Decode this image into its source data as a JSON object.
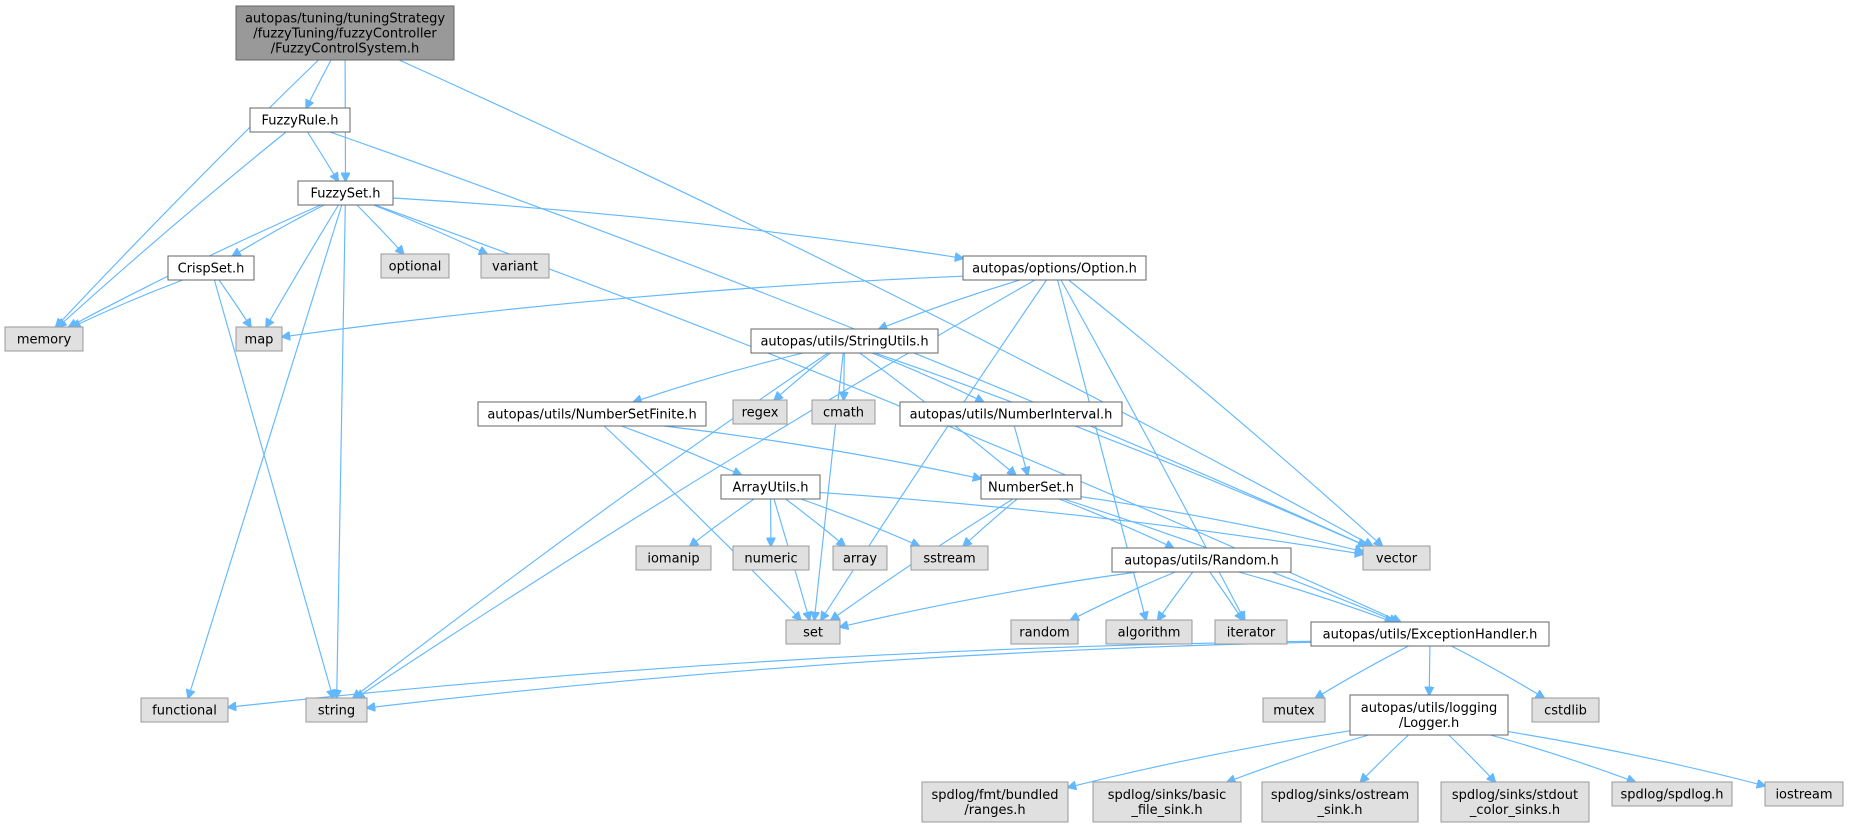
{
  "graph": {
    "colors": {
      "edge": "#63b8ff",
      "root_fill": "#999999",
      "internal_fill": "#ffffff",
      "external_fill": "#e0e0e0",
      "border_internal": "#666666",
      "border_external": "#999999"
    },
    "nodes": [
      {
        "id": "fcs",
        "kind": "root",
        "lines": [
          "autopas/tuning/tuningStrategy",
          "/fuzzyTuning/fuzzyController",
          "/FuzzyControlSystem.h"
        ]
      },
      {
        "id": "fuzzyrule",
        "kind": "internal",
        "lines": [
          "FuzzyRule.h"
        ]
      },
      {
        "id": "fuzzyset",
        "kind": "internal",
        "lines": [
          "FuzzySet.h"
        ]
      },
      {
        "id": "crispset",
        "kind": "internal",
        "lines": [
          "CrispSet.h"
        ]
      },
      {
        "id": "option",
        "kind": "internal",
        "lines": [
          "autopas/options/Option.h"
        ]
      },
      {
        "id": "stringutils",
        "kind": "internal",
        "lines": [
          "autopas/utils/StringUtils.h"
        ]
      },
      {
        "id": "numbersetfinite",
        "kind": "internal",
        "lines": [
          "autopas/utils/NumberSetFinite.h"
        ]
      },
      {
        "id": "numberinterval",
        "kind": "internal",
        "lines": [
          "autopas/utils/NumberInterval.h"
        ]
      },
      {
        "id": "arrayutils",
        "kind": "internal",
        "lines": [
          "ArrayUtils.h"
        ]
      },
      {
        "id": "numberset",
        "kind": "internal",
        "lines": [
          "NumberSet.h"
        ]
      },
      {
        "id": "random",
        "kind": "internal",
        "lines": [
          "autopas/utils/Random.h"
        ]
      },
      {
        "id": "exceptionhandler",
        "kind": "internal",
        "lines": [
          "autopas/utils/ExceptionHandler.h"
        ]
      },
      {
        "id": "logger",
        "kind": "internal",
        "lines": [
          "autopas/utils/logging",
          "/Logger.h"
        ]
      },
      {
        "id": "memory",
        "kind": "external",
        "lines": [
          "memory"
        ]
      },
      {
        "id": "map",
        "kind": "external",
        "lines": [
          "map"
        ]
      },
      {
        "id": "optional",
        "kind": "external",
        "lines": [
          "optional"
        ]
      },
      {
        "id": "variant",
        "kind": "external",
        "lines": [
          "variant"
        ]
      },
      {
        "id": "regex",
        "kind": "external",
        "lines": [
          "regex"
        ]
      },
      {
        "id": "cmath",
        "kind": "external",
        "lines": [
          "cmath"
        ]
      },
      {
        "id": "iomanip",
        "kind": "external",
        "lines": [
          "iomanip"
        ]
      },
      {
        "id": "numeric",
        "kind": "external",
        "lines": [
          "numeric"
        ]
      },
      {
        "id": "array",
        "kind": "external",
        "lines": [
          "array"
        ]
      },
      {
        "id": "sstream",
        "kind": "external",
        "lines": [
          "sstream"
        ]
      },
      {
        "id": "vector",
        "kind": "external",
        "lines": [
          "vector"
        ]
      },
      {
        "id": "set",
        "kind": "external",
        "lines": [
          "set"
        ]
      },
      {
        "id": "random_std",
        "kind": "external",
        "lines": [
          "random"
        ]
      },
      {
        "id": "algorithm",
        "kind": "external",
        "lines": [
          "algorithm"
        ]
      },
      {
        "id": "iterator",
        "kind": "external",
        "lines": [
          "iterator"
        ]
      },
      {
        "id": "functional",
        "kind": "external",
        "lines": [
          "functional"
        ]
      },
      {
        "id": "string",
        "kind": "external",
        "lines": [
          "string"
        ]
      },
      {
        "id": "mutex",
        "kind": "external",
        "lines": [
          "mutex"
        ]
      },
      {
        "id": "cstdlib",
        "kind": "external",
        "lines": [
          "cstdlib"
        ]
      },
      {
        "id": "ranges",
        "kind": "external",
        "lines": [
          "spdlog/fmt/bundled",
          "/ranges.h"
        ]
      },
      {
        "id": "basicfile",
        "kind": "external",
        "lines": [
          "spdlog/sinks/basic",
          "_file_sink.h"
        ]
      },
      {
        "id": "ostream",
        "kind": "external",
        "lines": [
          "spdlog/sinks/ostream",
          "_sink.h"
        ]
      },
      {
        "id": "stdout",
        "kind": "external",
        "lines": [
          "spdlog/sinks/stdout",
          "_color_sinks.h"
        ]
      },
      {
        "id": "spdlog",
        "kind": "external",
        "lines": [
          "spdlog/spdlog.h"
        ]
      },
      {
        "id": "iostream",
        "kind": "external",
        "lines": [
          "iostream"
        ]
      }
    ]
  }
}
